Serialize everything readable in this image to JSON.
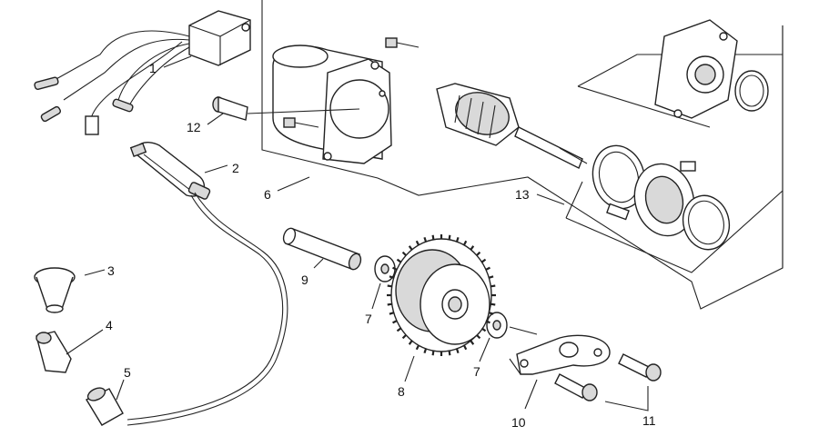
{
  "diagram": {
    "callouts": [
      {
        "id": "c1",
        "label": "1"
      },
      {
        "id": "c2",
        "label": "2"
      },
      {
        "id": "c3",
        "label": "3"
      },
      {
        "id": "c4",
        "label": "4"
      },
      {
        "id": "c5",
        "label": "5"
      },
      {
        "id": "c6",
        "label": "6"
      },
      {
        "id": "c7a",
        "label": "7"
      },
      {
        "id": "c7b",
        "label": "7"
      },
      {
        "id": "c8",
        "label": "8"
      },
      {
        "id": "c9",
        "label": "9"
      },
      {
        "id": "c10",
        "label": "10"
      },
      {
        "id": "c11",
        "label": "11"
      },
      {
        "id": "c12",
        "label": "12"
      },
      {
        "id": "c13",
        "label": "13"
      }
    ]
  }
}
